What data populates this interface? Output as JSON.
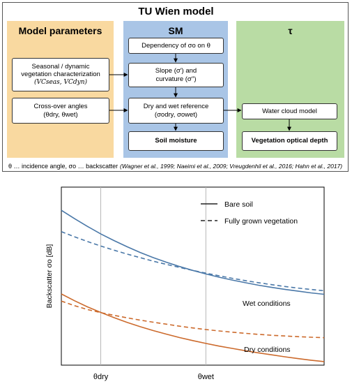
{
  "diagram": {
    "title": "TU Wien model",
    "panels": {
      "params": "Model parameters",
      "sm": "SM",
      "tau": "τ"
    },
    "boxes": {
      "vegetation_line1": "Seasonal / dynamic",
      "vegetation_line2": "vegetation characterization",
      "vegetation_line3": "(VCseas, VCdyn)",
      "crossover_line1": "Cross-over angles",
      "crossover_line2": "(θdry, θwet)",
      "dependency": "Dependency of σo on θ",
      "slope_line1": "Slope (σ′) and",
      "slope_line2": "curvature (σ′′)",
      "drywet_line1": "Dry and wet reference",
      "drywet_line2": "(σodry, σowet)",
      "soil_moisture": "Soil moisture",
      "water_cloud": "Water cloud model",
      "vod": "Vegetation optical depth"
    },
    "footnote_left": "θ … incidence angle,  σo … backscatter",
    "footnote_right": "(Wagner et al., 1999; Naeimi et al., 2009; Vreugdenhil et al., 2016; Hahn et al., 2017)",
    "colors": {
      "params_panel": "#f9d9a0",
      "sm_panel": "#a9c5e6",
      "tau_panel": "#b9dca4"
    }
  },
  "chart_data": {
    "type": "line",
    "title": "",
    "xlabel": "",
    "ylabel": "Backscatter σo [dB]",
    "x": [
      0,
      0.5,
      1,
      1.5,
      2,
      2.5,
      3,
      3.5,
      4,
      4.5,
      5,
      5.5,
      6,
      6.5,
      7,
      7.5,
      8,
      8.5,
      9,
      9.5,
      10
    ],
    "xlim": [
      0,
      10
    ],
    "ylim": [
      0,
      10
    ],
    "x_ticks": [
      {
        "value": 1.5,
        "label": "θdry"
      },
      {
        "value": 5.5,
        "label": "θwet"
      }
    ],
    "series": [
      {
        "name": "Bare soil",
        "condition": "wet",
        "style": "solid",
        "color": "#4a78a8",
        "values": [
          8.7,
          8.23,
          7.79,
          7.37,
          7.0,
          6.65,
          6.33,
          6.04,
          5.78,
          5.54,
          5.32,
          5.12,
          4.94,
          4.78,
          4.63,
          4.49,
          4.37,
          4.26,
          4.16,
          4.06,
          3.98
        ]
      },
      {
        "name": "Fully grown vegetation",
        "condition": "wet",
        "style": "dashed",
        "color": "#4a78a8",
        "values": [
          7.5,
          7.21,
          6.94,
          6.69,
          6.46,
          6.24,
          6.04,
          5.84,
          5.66,
          5.49,
          5.32,
          5.17,
          5.02,
          4.88,
          4.75,
          4.63,
          4.52,
          4.42,
          4.33,
          4.25,
          4.18
        ]
      },
      {
        "name": "Bare soil",
        "condition": "dry",
        "style": "solid",
        "color": "#cc6a2c",
        "values": [
          4.0,
          3.62,
          3.27,
          2.96,
          2.67,
          2.4,
          2.16,
          1.94,
          1.74,
          1.55,
          1.38,
          1.22,
          1.07,
          0.94,
          0.81,
          0.69,
          0.58,
          0.47,
          0.37,
          0.28,
          0.2
        ]
      },
      {
        "name": "Fully grown vegetation",
        "condition": "dry",
        "style": "dashed",
        "color": "#cc6a2c",
        "values": [
          3.6,
          3.34,
          3.12,
          2.95,
          2.8,
          2.66,
          2.53,
          2.41,
          2.3,
          2.19,
          2.09,
          2.0,
          1.92,
          1.85,
          1.79,
          1.73,
          1.68,
          1.64,
          1.6,
          1.57,
          1.54
        ]
      }
    ],
    "legend": {
      "placement": "top-right",
      "entries": [
        {
          "label": "Bare soil",
          "style": "solid"
        },
        {
          "label": "Fully grown vegetation",
          "style": "dashed"
        }
      ]
    },
    "annotations": {
      "wet": "Wet conditions",
      "dry": "Dry conditions"
    },
    "grid": false
  }
}
